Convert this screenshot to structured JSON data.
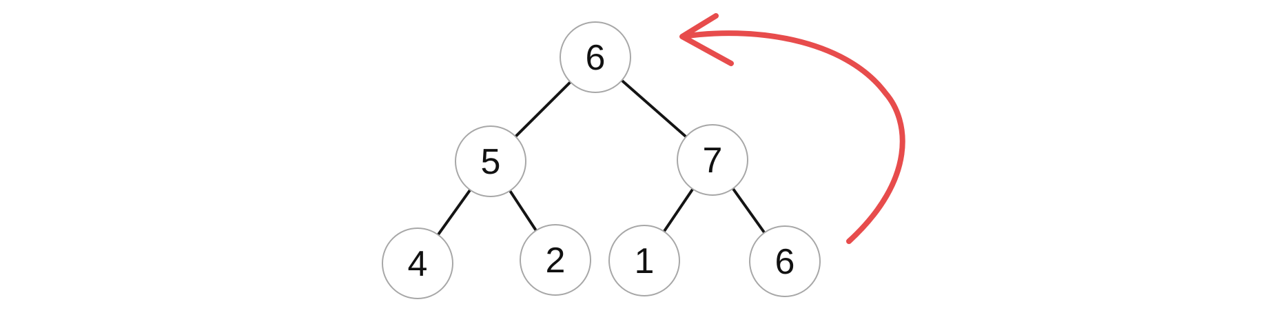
{
  "canvas": {
    "background": "#ffffff"
  },
  "diagram": {
    "type": "binary-tree",
    "nodes": [
      {
        "id": "root",
        "value": "6"
      },
      {
        "id": "left",
        "value": "5"
      },
      {
        "id": "right",
        "value": "7"
      },
      {
        "id": "left-left",
        "value": "4"
      },
      {
        "id": "left-right",
        "value": "2"
      },
      {
        "id": "right-left",
        "value": "1"
      },
      {
        "id": "right-right",
        "value": "6"
      }
    ],
    "edges": [
      {
        "from": "root",
        "to": "left"
      },
      {
        "from": "root",
        "to": "right"
      },
      {
        "from": "left",
        "to": "left-left"
      },
      {
        "from": "left",
        "to": "left-right"
      },
      {
        "from": "right",
        "to": "right-left"
      },
      {
        "from": "right",
        "to": "right-right"
      }
    ],
    "style": {
      "node_fill": "#ffffff",
      "node_border": "#a7a7a7",
      "edge_color": "#141414",
      "text_color": "#111111"
    }
  },
  "annotation": {
    "shape": "hand-drawn-curved-arrow",
    "color": "#e74c4c",
    "points_to": "root node"
  }
}
